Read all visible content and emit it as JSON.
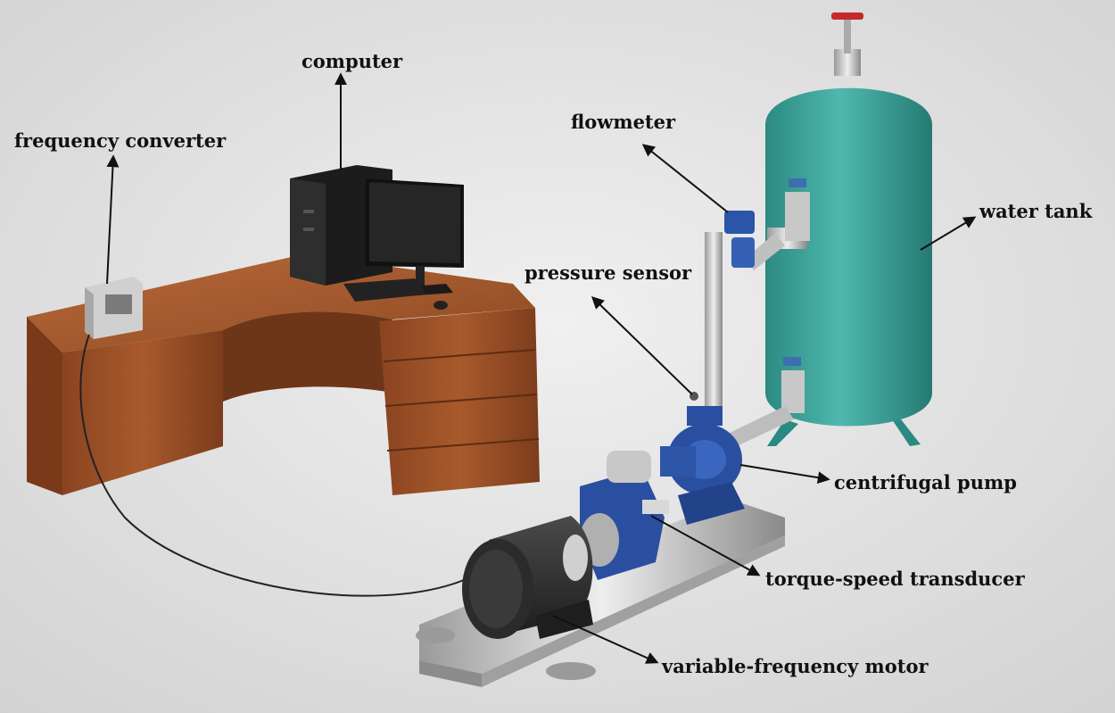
{
  "labels": {
    "computer": "computer",
    "frequency_converter": "frequency converter",
    "flowmeter": "flowmeter",
    "pressure_sensor": "pressure sensor",
    "water_tank": "water tank",
    "centrifugal_pump": "centrifugal pump",
    "torque_speed_transducer": "torque-speed transducer",
    "variable_frequency_motor": "variable-frequency motor"
  },
  "colors": {
    "tank": "#3aa39a",
    "desk": "#a0542a",
    "pump": "#2a4fa0",
    "motor": "#2b2b2b",
    "base": "#b8b8b8",
    "background": "#e6e6e6",
    "arrow": "#111111"
  }
}
